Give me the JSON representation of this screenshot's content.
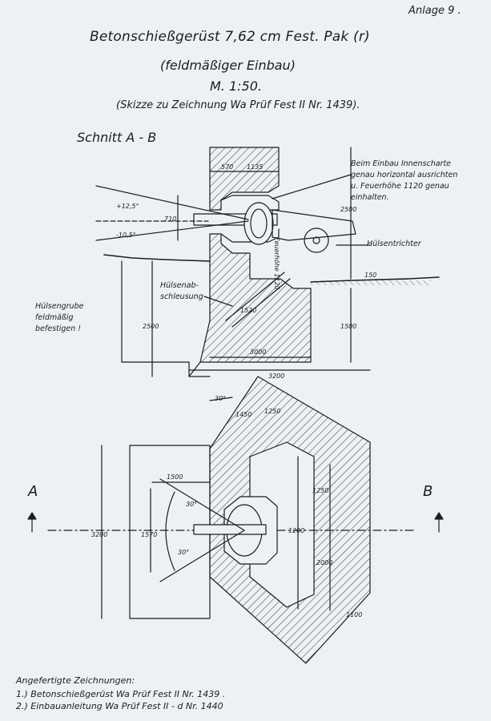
{
  "header": {
    "annex": "Anlage 9 .",
    "title": "Betonschießgerüst 7,62 cm Fest. Pak (r)",
    "subtitle": "(feldmäßiger Einbau)",
    "scale": "M. 1:50.",
    "reference": "(Skizze zu Zeichnung Wa Prüf Fest II Nr. 1439)."
  },
  "section_label": "Schnitt A - B",
  "notes": {
    "installation": [
      "Beim Einbau Innenscharte",
      "genau horizontal ausrichten",
      "u. Feuerhöhe 1120 genau",
      "einhalten."
    ],
    "casing_chute": "Hülsentrichter",
    "casing_drain": [
      "Hülsenab-",
      "schleusung"
    ],
    "casing_pit": [
      "Hülsengrube",
      "feldmäßig",
      "befestigen !"
    ],
    "fire_height": "Feuerhöhe 1120"
  },
  "dimensions": {
    "d570": "570",
    "d1135": "1135",
    "d710": "710",
    "d2500a": "2500",
    "d150": "150",
    "d1500": "1500",
    "d2500b": "2500",
    "d3000": "3000",
    "d3200": "3200",
    "d1520": "1520",
    "angle_up": "+12,5°",
    "angle_down": "-10,5°",
    "p30": "30°",
    "p1450": "1450",
    "p1250": "1250",
    "p1500": "1500",
    "p1570": "1570",
    "p3200": "3200",
    "p1250b": "1250",
    "p1200": "1200",
    "p2000": "2000",
    "p1100": "1100",
    "a30": "30°",
    "a30b": "30°"
  },
  "markers": {
    "a": "A",
    "b": "B"
  },
  "references": {
    "heading": "Angefertigte Zeichnungen:",
    "items": [
      "1.) Betonschießgerüst Wa Prüf Fest II Nr. 1439 .",
      "2.) Einbauanleitung Wa Prüf Fest II - d Nr. 1440"
    ]
  },
  "colors": {
    "ink": "#1c1c22",
    "paper": "#eef1f3"
  }
}
